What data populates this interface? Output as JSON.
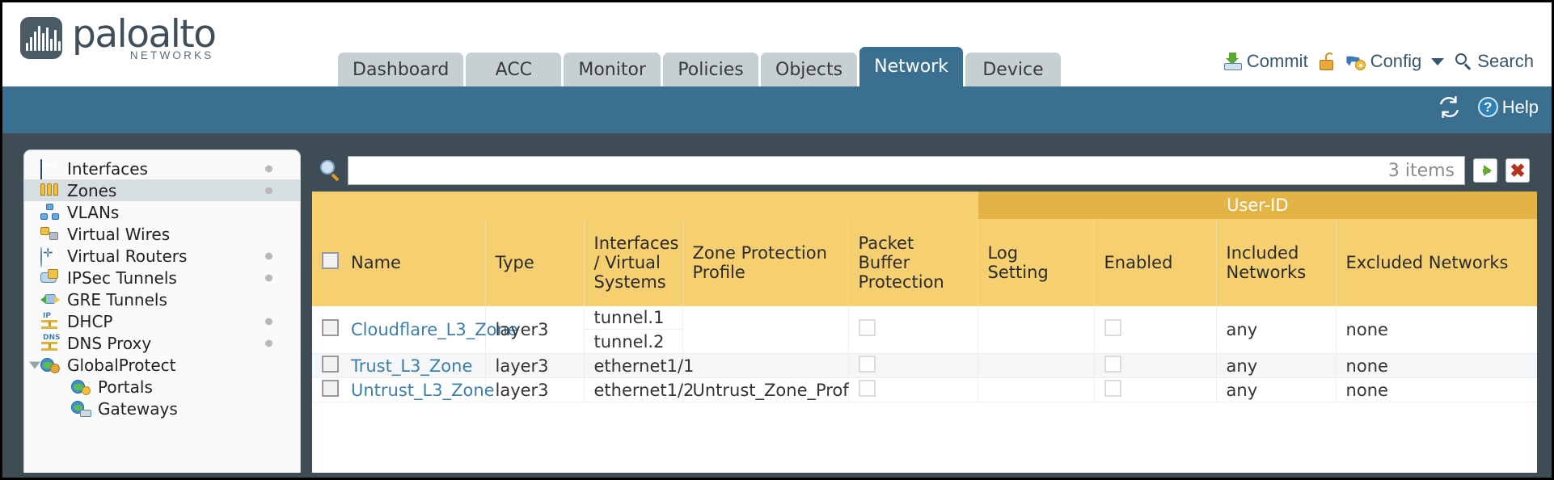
{
  "brand": {
    "name": "paloalto",
    "sub": "NETWORKS",
    "reg": "®"
  },
  "tabs": [
    {
      "label": "Dashboard",
      "active": false
    },
    {
      "label": "ACC",
      "active": false
    },
    {
      "label": "Monitor",
      "active": false
    },
    {
      "label": "Policies",
      "active": false
    },
    {
      "label": "Objects",
      "active": false
    },
    {
      "label": "Network",
      "active": true
    },
    {
      "label": "Device",
      "active": false
    }
  ],
  "top_actions": {
    "commit": "Commit",
    "config": "Config",
    "search": "Search"
  },
  "band": {
    "help": "Help"
  },
  "sidebar": {
    "items": [
      {
        "label": "Interfaces",
        "icon": "interfaces-icon",
        "selected": false,
        "dot": true,
        "child": false,
        "expander": false
      },
      {
        "label": "Zones",
        "icon": "zones-icon",
        "selected": true,
        "dot": true,
        "child": false,
        "expander": false
      },
      {
        "label": "VLANs",
        "icon": "vlans-icon",
        "selected": false,
        "dot": false,
        "child": false,
        "expander": false
      },
      {
        "label": "Virtual Wires",
        "icon": "virtual-wires-icon",
        "selected": false,
        "dot": false,
        "child": false,
        "expander": false
      },
      {
        "label": "Virtual Routers",
        "icon": "virtual-routers-icon",
        "selected": false,
        "dot": true,
        "child": false,
        "expander": false
      },
      {
        "label": "IPSec Tunnels",
        "icon": "ipsec-tunnels-icon",
        "selected": false,
        "dot": true,
        "child": false,
        "expander": false
      },
      {
        "label": "GRE Tunnels",
        "icon": "gre-tunnels-icon",
        "selected": false,
        "dot": false,
        "child": false,
        "expander": false
      },
      {
        "label": "DHCP",
        "icon": "dhcp-icon",
        "selected": false,
        "dot": true,
        "child": false,
        "expander": false
      },
      {
        "label": "DNS Proxy",
        "icon": "dns-proxy-icon",
        "selected": false,
        "dot": true,
        "child": false,
        "expander": false
      },
      {
        "label": "GlobalProtect",
        "icon": "globalprotect-icon",
        "selected": false,
        "dot": false,
        "child": false,
        "expander": true
      },
      {
        "label": "Portals",
        "icon": "portals-icon",
        "selected": false,
        "dot": false,
        "child": true,
        "expander": false
      },
      {
        "label": "Gateways",
        "icon": "gateways-icon",
        "selected": false,
        "dot": false,
        "child": true,
        "expander": false
      }
    ]
  },
  "search": {
    "value": "",
    "placeholder": "",
    "items_count": "3 items"
  },
  "table": {
    "group_header": "User-ID",
    "columns": [
      "Name",
      "Type",
      "Interfaces / Virtual Systems",
      "Zone Protection Profile",
      "Packet Buffer Protection",
      "Log Setting",
      "Enabled",
      "Included Networks",
      "Excluded Networks"
    ],
    "rows": [
      {
        "name": "Cloudflare_L3_Zone",
        "type": "layer3",
        "interfaces": [
          "tunnel.1",
          "tunnel.2"
        ],
        "zone_protection_profile": "",
        "packet_buffer_protection": false,
        "log_setting": "",
        "userid_enabled": false,
        "included_networks": "any",
        "excluded_networks": "none",
        "alt": false
      },
      {
        "name": "Trust_L3_Zone",
        "type": "layer3",
        "interfaces": [
          "ethernet1/1"
        ],
        "zone_protection_profile": "",
        "packet_buffer_protection": false,
        "log_setting": "",
        "userid_enabled": false,
        "included_networks": "any",
        "excluded_networks": "none",
        "alt": true
      },
      {
        "name": "Untrust_L3_Zone",
        "type": "layer3",
        "interfaces": [
          "ethernet1/2"
        ],
        "zone_protection_profile": "Untrust_Zone_Prof",
        "packet_buffer_protection": false,
        "log_setting": "",
        "userid_enabled": false,
        "included_networks": "any",
        "excluded_networks": "none",
        "alt": false
      }
    ]
  },
  "colors": {
    "brand_blue": "#3a6f8f",
    "workspace": "#3e4c55",
    "header_amber": "#f5cf70",
    "group_amber": "#e2b446",
    "link_blue": "#3d7fa6"
  }
}
